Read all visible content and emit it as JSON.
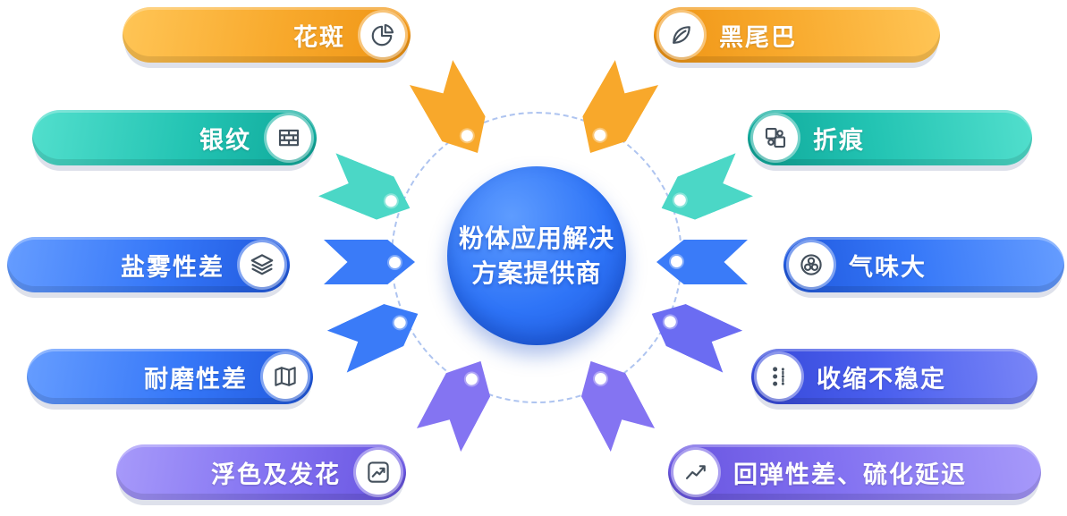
{
  "center": {
    "line1": "粉体应用解决",
    "line2": "方案提供商",
    "color": "#2E74F7"
  },
  "items": [
    {
      "label": "花斑",
      "icon": "pie-chart-icon",
      "side": "left",
      "color": "#F8A92C"
    },
    {
      "label": "黑尾巴",
      "icon": "leaf-icon",
      "side": "right",
      "color": "#F8A92C"
    },
    {
      "label": "银纹",
      "icon": "bricks-icon",
      "side": "left",
      "color": "#23C4B3"
    },
    {
      "label": "折痕",
      "icon": "puzzle-icon",
      "side": "right",
      "color": "#23C4B3"
    },
    {
      "label": "盐雾性差",
      "icon": "layers-icon",
      "side": "left",
      "color": "#3577F8"
    },
    {
      "label": "气味大",
      "icon": "molecule-icon",
      "side": "right",
      "color": "#3577F8"
    },
    {
      "label": "耐磨性差",
      "icon": "map-icon",
      "side": "left",
      "color": "#3577F8"
    },
    {
      "label": "收缩不稳定",
      "icon": "dots-icon",
      "side": "right",
      "color": "#4A5FEE"
    },
    {
      "label": "浮色及发花",
      "icon": "trend-arrow-icon",
      "side": "left",
      "color": "#8271F1"
    },
    {
      "label": "回弹性差、硫化延迟",
      "icon": "chart-line-icon",
      "side": "right",
      "color": "#8271F1"
    }
  ]
}
